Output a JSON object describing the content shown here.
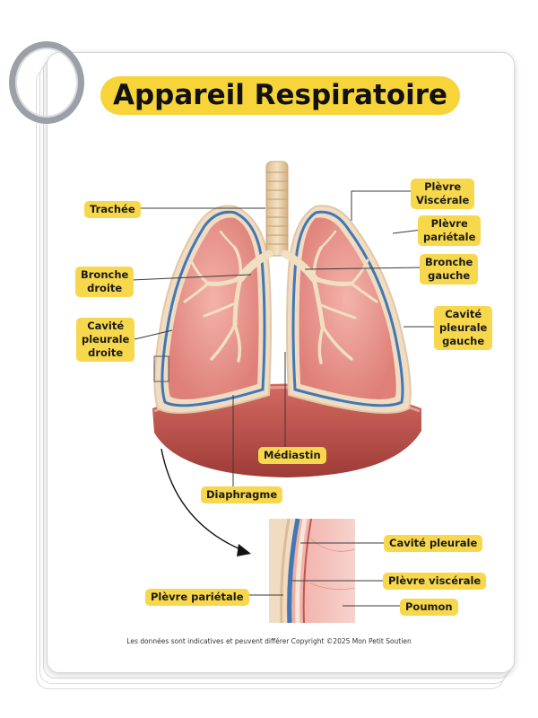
{
  "title": "Appareil Respiratoire",
  "labels": {
    "trachee": "Trachée",
    "bronche_droite": "Bronche\ndroite",
    "cavite_droite": "Cavité\npleurale\ndroite",
    "plevre_viscerale_top": "Plèvre\nViscérale",
    "plevre_parietale_top": "Plèvre\npariétale",
    "bronche_gauche": "Bronche\ngauche",
    "cavite_gauche": "Cavité\npleurale\ngauche",
    "mediastin": "Médiastin",
    "diaphragme": "Diaphragme",
    "zoom_cavite": "Cavité pleurale",
    "zoom_plevre_viscerale": "Plèvre viscérale",
    "zoom_plevre_parietale": "Plèvre pariétale",
    "zoom_poumon": "Poumon"
  },
  "footer": "Les données sont indicatives et peuvent différer Copyright ©2025 Mon Petit Soutien",
  "colors": {
    "label_bg": "#f7d84c",
    "title_bg": "#f7d43a",
    "lung": "#e9948c",
    "pleura": "#3f78b5",
    "diaphragm": "#c0554f"
  }
}
